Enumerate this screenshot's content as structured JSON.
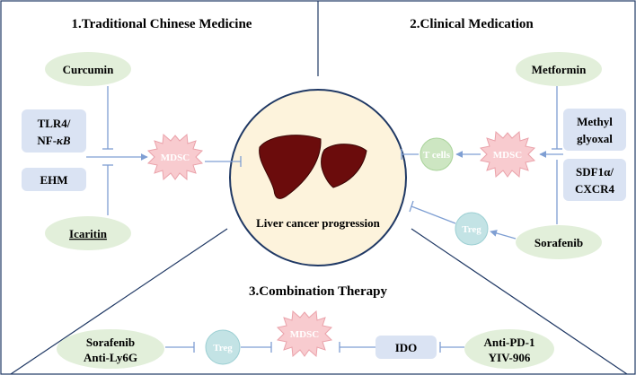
{
  "sections": {
    "tcm": "1.Traditional Chinese Medicine",
    "clinical": "2.Clinical Medication",
    "combination": "3.Combination Therapy"
  },
  "center": {
    "label": "Liver cancer progression"
  },
  "tcm": {
    "curcumin": "Curcumin",
    "tlr4_line1": "TLR4/",
    "tlr4_line2_prefix": "NF-",
    "tlr4_line2_italic": "κB",
    "ehm": "EHM",
    "icaritin": "Icaritin",
    "mdsc": "MDSC"
  },
  "clinical": {
    "metformin": "Metformin",
    "methyl_line1": "Methyl",
    "methyl_line2": "glyoxal",
    "sdf_line1": "SDF1α/",
    "sdf_line2": "CXCR4",
    "sorafenib": "Sorafenib",
    "treg": "Treg",
    "tcells": "T cells",
    "mdsc": "MDSC"
  },
  "combination": {
    "sorafenib_line1": "Sorafenib",
    "sorafenib_line2": "Anti-Ly6G",
    "treg": "Treg",
    "mdsc": "MDSC",
    "ido": "IDO",
    "antipd1_line1": "Anti-PD-1",
    "antipd1_line2": "YIV-906"
  },
  "colors": {
    "frame": "#1f3864",
    "arrow": "#7f9fd3",
    "green_oval": "#e2efda",
    "blue_box": "#dae3f3",
    "mdsc_pink": "#f8cbcf",
    "mdsc_stroke": "#eaa2aa",
    "center_circle": "#fdf3dc",
    "liver": "#6b0c0c",
    "treg_fill": "#c3e3e5",
    "tcell_fill": "#cde6c2"
  }
}
